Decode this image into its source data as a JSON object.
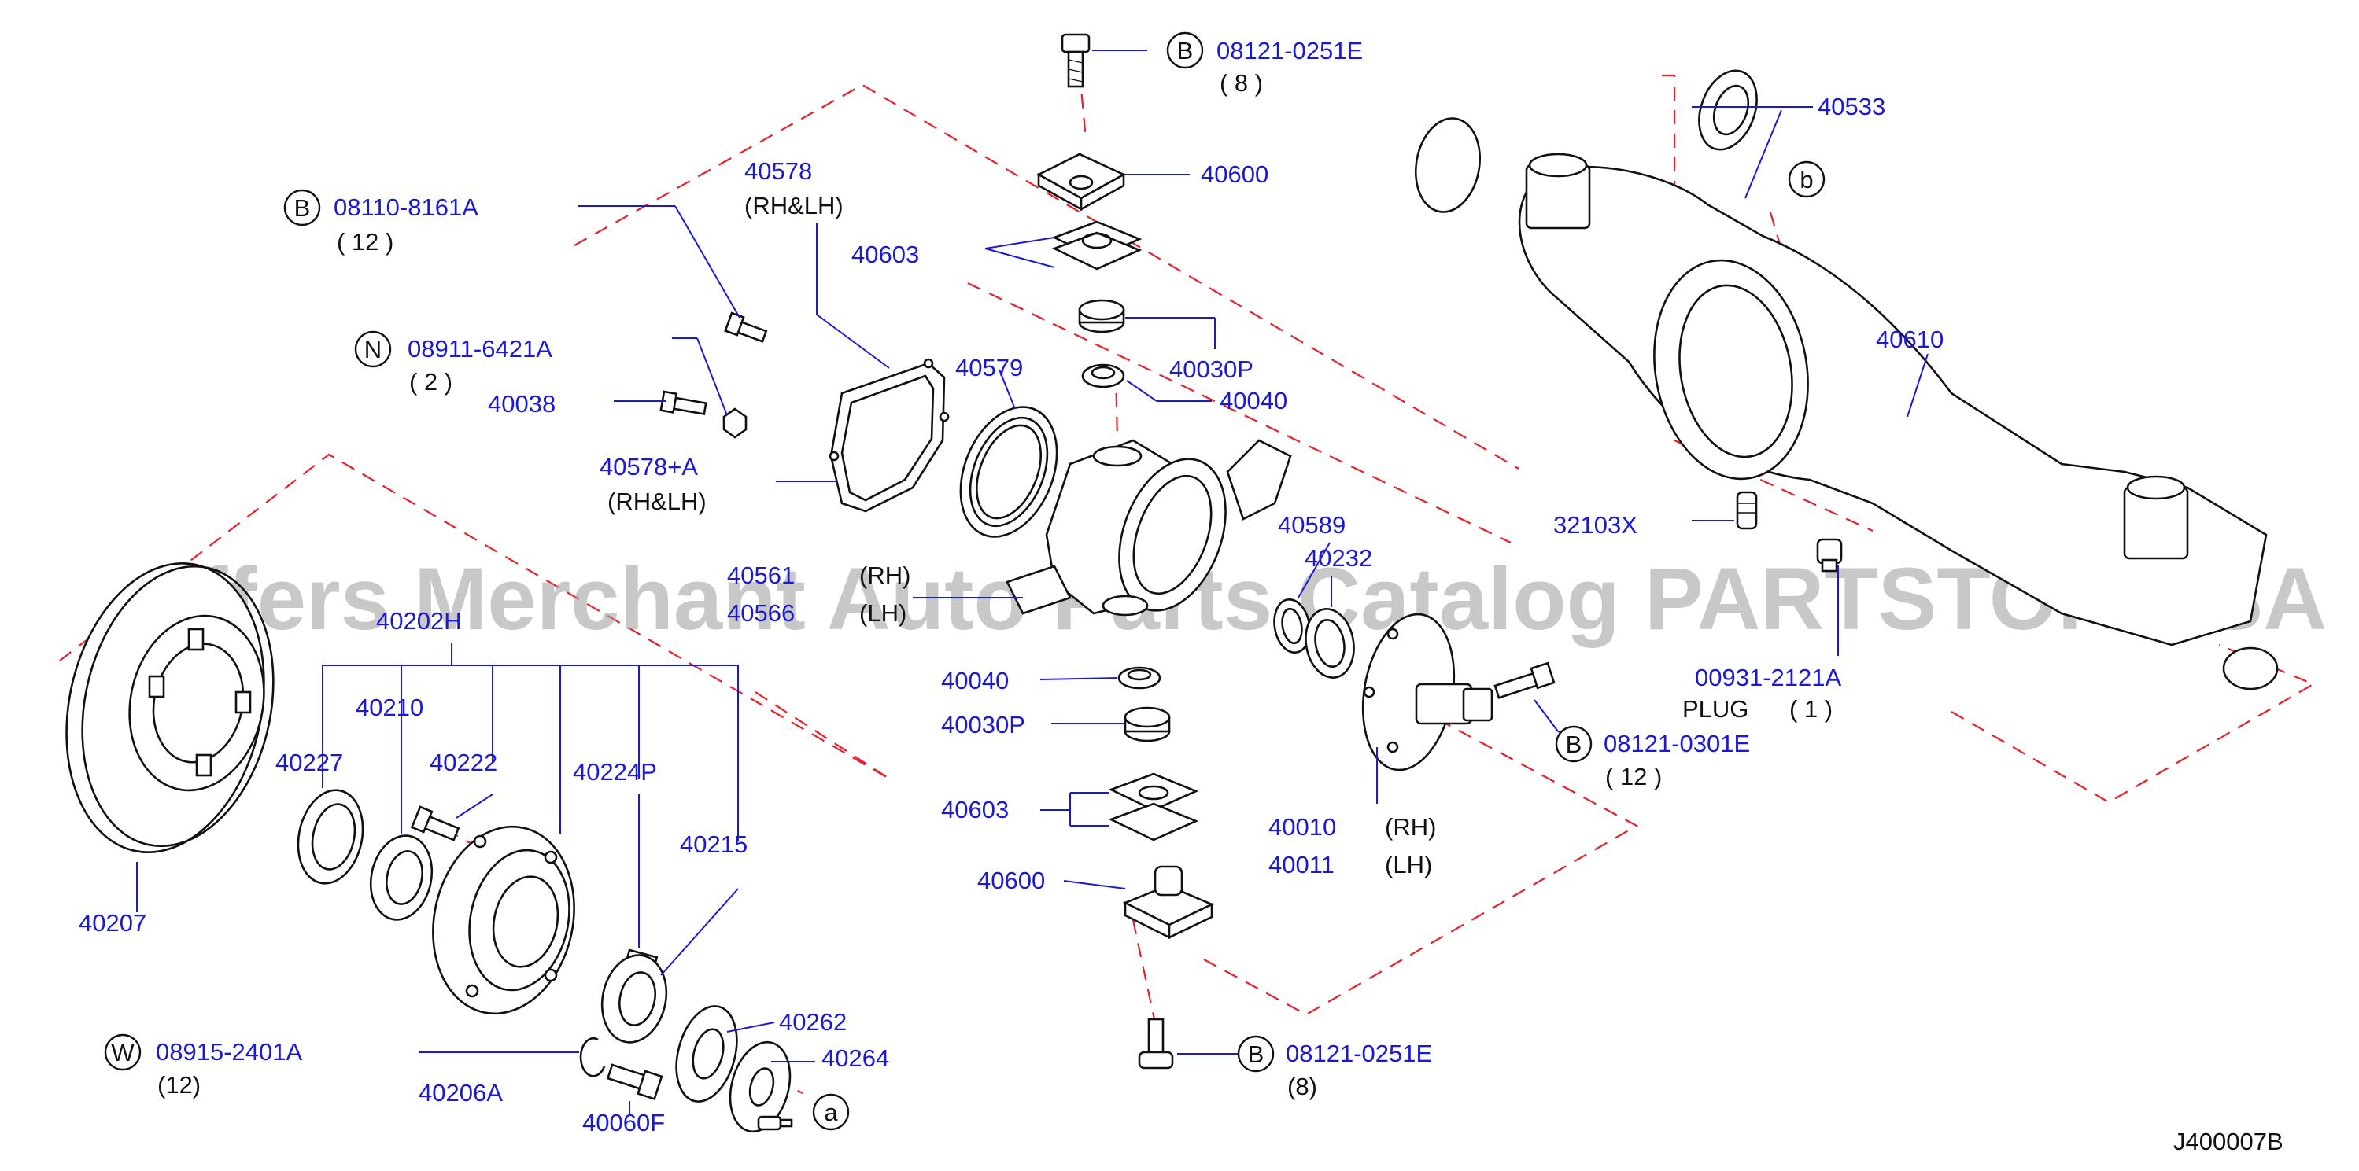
{
  "diagram_id": "J400007B",
  "watermark": "Offers Merchant Auto Parts Catalog PARTSTORE.SA",
  "part_labels": {
    "p40533": "40533",
    "p40600a": "40600",
    "p40603a": "40603",
    "p40030Pa": "40030P",
    "p40040a": "40040",
    "p40578": "40578",
    "p40579": "40579",
    "p40038": "40038",
    "p40578A": "40578+A",
    "p40610": "40610",
    "p32103X": "32103X",
    "p40561": "40561",
    "p40566": "40566",
    "p40589": "40589",
    "p40232": "40232",
    "p00931": "00931-2121A",
    "p40202H": "40202H",
    "p40210": "40210",
    "p40227": "40227",
    "p40222": "40222",
    "p40224P": "40224P",
    "p40215": "40215",
    "p40040b": "40040",
    "p40030Pb": "40030P",
    "p40603b": "40603",
    "p40600b": "40600",
    "p40010": "40010",
    "p40011": "40011",
    "p40207": "40207",
    "p40262": "40262",
    "p40264": "40264",
    "p40206A": "40206A",
    "p40060F": "40060F",
    "p08121_0251E_top": "08121-0251E",
    "p08110": "08110-8161A",
    "p08911": "08911-6421A",
    "p08121_0301E": "08121-0301E",
    "p08915": "08915-2401A",
    "p08121_0251E_bot": "08121-0251E"
  },
  "notes": {
    "qty8_top": "( 8 )",
    "rhlh_40578": "(RH&LH)",
    "qty12_08110": "( 12 )",
    "qty2_08911": "( 2 )",
    "rhlh_40578A": "(RH&LH)",
    "rh_40561": "(RH)",
    "lh_40566": "(LH)",
    "plug": "PLUG",
    "qty1_plug": "( 1 )",
    "qty12_0301E": "( 12 )",
    "rh_40010": "(RH)",
    "lh_40011": "(LH)",
    "qty12_08915": "(12)",
    "qty8_bot": "(8)"
  },
  "circle_letters": {
    "B1": "B",
    "B2": "B",
    "N1": "N",
    "b1": "b",
    "B3": "B",
    "W1": "W",
    "B4": "B",
    "a1": "a"
  },
  "colors": {
    "part_number_text": "#1a1ad6",
    "leader_line": "#1a1ad6",
    "dashed_boundary": "#e8202a",
    "drawing_line": "#111111"
  }
}
